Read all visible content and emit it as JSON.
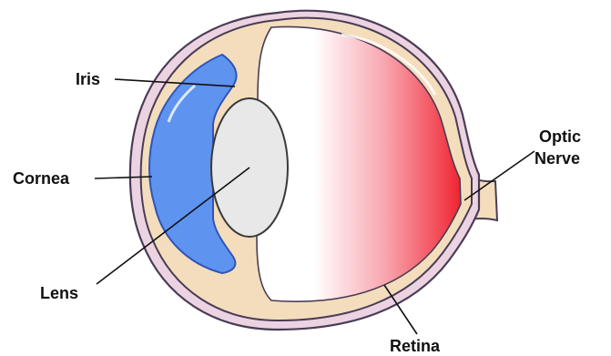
{
  "labels": {
    "iris": "Iris",
    "cornea": "Cornea",
    "lens": "Lens",
    "optic_nerve_line1": "Optic",
    "optic_nerve_line2": "Nerve",
    "retina": "Retina"
  },
  "colors": {
    "cornea": "#5f93f0",
    "cornea_outline": "#2f55b8",
    "iris_tissue": "#f4ddbc",
    "sclera_outline": "#4a3c55",
    "sclera_band": "#ecd3e2",
    "lens_fill": "#e8e8e8",
    "lens_outline": "#3a3a3a",
    "retina_red": "#f2323c",
    "nerve": "#f4ddbc"
  }
}
